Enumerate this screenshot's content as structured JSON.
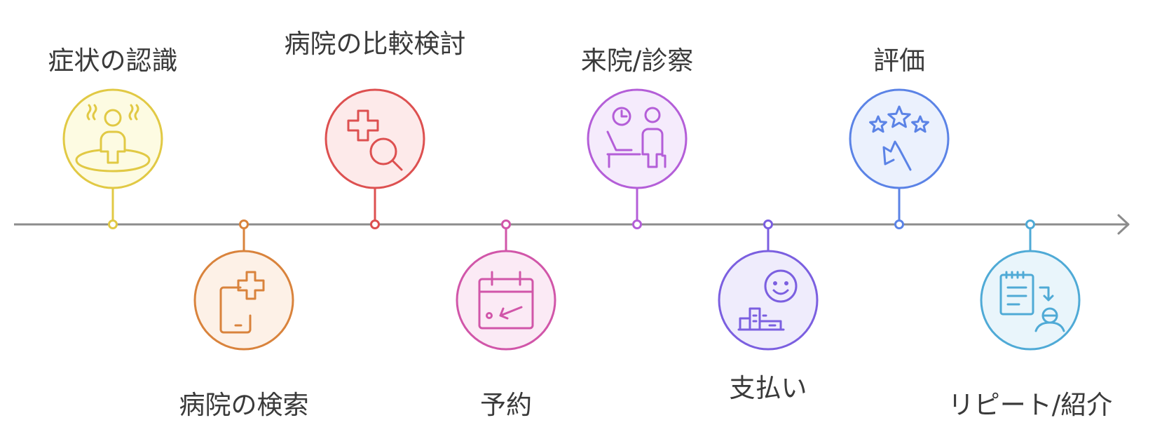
{
  "steps": [
    {
      "label": "症状の認識",
      "icon": "person-symptoms-icon",
      "stroke": "#e1c944",
      "fill": "#fdfbe2"
    },
    {
      "label": "病院の検索",
      "icon": "tablet-medical-cross-icon",
      "stroke": "#d9833c",
      "fill": "#fdf1e7"
    },
    {
      "label": "病院の比較検討",
      "icon": "medical-cross-search-icon",
      "stroke": "#dd5050",
      "fill": "#fdeaea"
    },
    {
      "label": "予約",
      "icon": "calendar-booking-icon",
      "stroke": "#d156a9",
      "fill": "#fbeaf5"
    },
    {
      "label": "来院/診察",
      "icon": "doctor-patient-consultation-icon",
      "stroke": "#b45ed8",
      "fill": "#f5ebfc"
    },
    {
      "label": "支払い",
      "icon": "smiling-payment-icon",
      "stroke": "#7b5fe0",
      "fill": "#efecfc"
    },
    {
      "label": "評価",
      "icon": "star-rating-hand-icon",
      "stroke": "#5b83e6",
      "fill": "#ebf1fd"
    },
    {
      "label": "リピート/紹介",
      "icon": "repeat-referral-icon",
      "stroke": "#4faad6",
      "fill": "#e9f5fb"
    }
  ],
  "timeline": {
    "line_color": "#8c8c8c"
  }
}
